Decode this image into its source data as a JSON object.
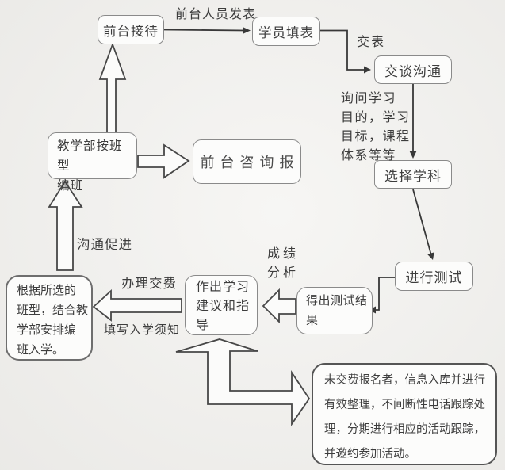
{
  "nodes": {
    "reception": {
      "label": "前台接待"
    },
    "fill_form": {
      "label": "学员填表"
    },
    "talk": {
      "label": "交谈沟通"
    },
    "choose_subject": {
      "label": "选择学科"
    },
    "take_test": {
      "label": "进行测试"
    },
    "test_result": {
      "label": "得出测试结\n果"
    },
    "advice": {
      "label": "作出学习\n建议和指\n导"
    },
    "class_assign": {
      "label": "根据所选的\n班型，结合教\n学部安排编\n班入学。"
    },
    "teaching_dept": {
      "label": "教学部按班型\n编班"
    },
    "consult_report": {
      "label": "前台咨询报"
    },
    "unpaid": {
      "label": "未交费报名者，信息入库并进行\n有效整理，不间断性电话跟踪处\n理，分期进行相应的活动跟踪，\n并邀约参加活动。"
    }
  },
  "labels": {
    "staff_issue_form": "前台人员发表",
    "submit_form": "交表",
    "ask_goals": "询问学习\n目的，学习\n目标，课程\n体系等等",
    "score_analysis": "成绩\n分析",
    "pay_fee": "办理交费",
    "fill_notice": "填写入学须知",
    "promote": "沟通促进"
  },
  "colors": {
    "background": "#f2f1ee",
    "box_fill": "#fcfcfb",
    "box_border": "#8a8a8a",
    "line": "#3a3a3a",
    "text": "#3d3d3d"
  }
}
